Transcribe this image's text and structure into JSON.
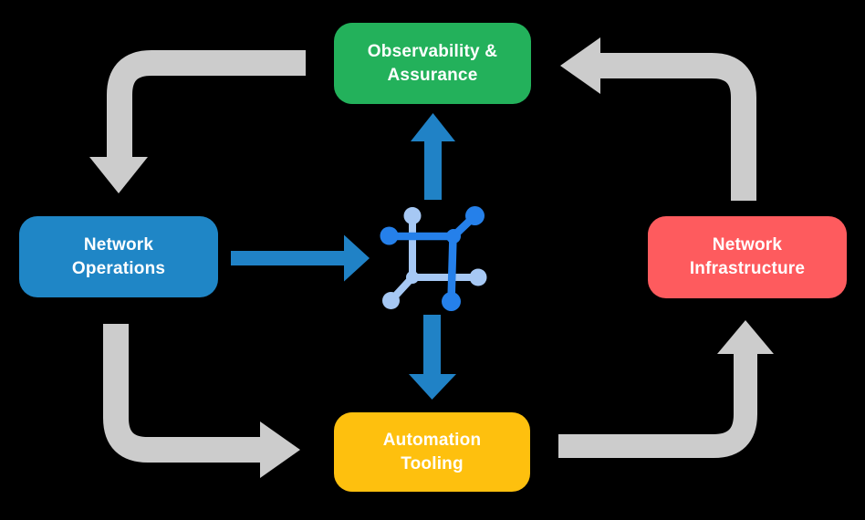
{
  "colors": {
    "background": "#000000",
    "box_green": "#23b15b",
    "box_blue": "#1f86c6",
    "box_red": "#fe5b5e",
    "box_yellow": "#fec00e",
    "box_text": "#ffffff",
    "arrow_gray": "#cccccc",
    "arrow_blue": "#2082c6",
    "icon_dark_blue": "#2580ea",
    "icon_light_blue": "#a6c8f4"
  },
  "boxes": {
    "observability": {
      "label": "Observability &\nAssurance"
    },
    "operations": {
      "label": "Network\nOperations"
    },
    "infrastructure": {
      "label": "Network\nInfrastructure"
    },
    "tooling": {
      "label": "Automation\nTooling"
    }
  },
  "center_icon": "network-mesh-icon",
  "flows": {
    "outer_cycle": [
      {
        "from": "Observability & Assurance",
        "to": "Network Operations"
      },
      {
        "from": "Network Operations",
        "to": "Automation Tooling"
      },
      {
        "from": "Automation Tooling",
        "to": "Network Infrastructure"
      },
      {
        "from": "Network Infrastructure",
        "to": "Observability & Assurance"
      }
    ],
    "center_flows": [
      {
        "from": "Network Operations",
        "to": "network-mesh-icon"
      },
      {
        "from": "network-mesh-icon",
        "to": "Observability & Assurance"
      },
      {
        "from": "network-mesh-icon",
        "to": "Automation Tooling"
      }
    ]
  }
}
